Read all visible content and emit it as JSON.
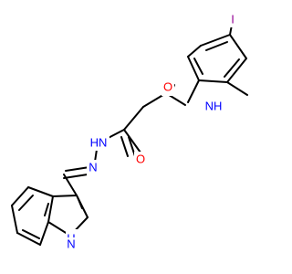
{
  "colors": {
    "background": "#ffffff",
    "bond": "#000000",
    "oxygen": "#ff0000",
    "nitrogen": "#0000ff",
    "iodine": "#940094"
  },
  "atoms": {
    "iodine": "I",
    "amide_oxygen": "O",
    "amide_nh": "NH",
    "hydrazide_oxygen": "O",
    "hydrazide_nh": "HN",
    "imine_n": "N",
    "indole_nh": "H",
    "indole_n": "N"
  }
}
